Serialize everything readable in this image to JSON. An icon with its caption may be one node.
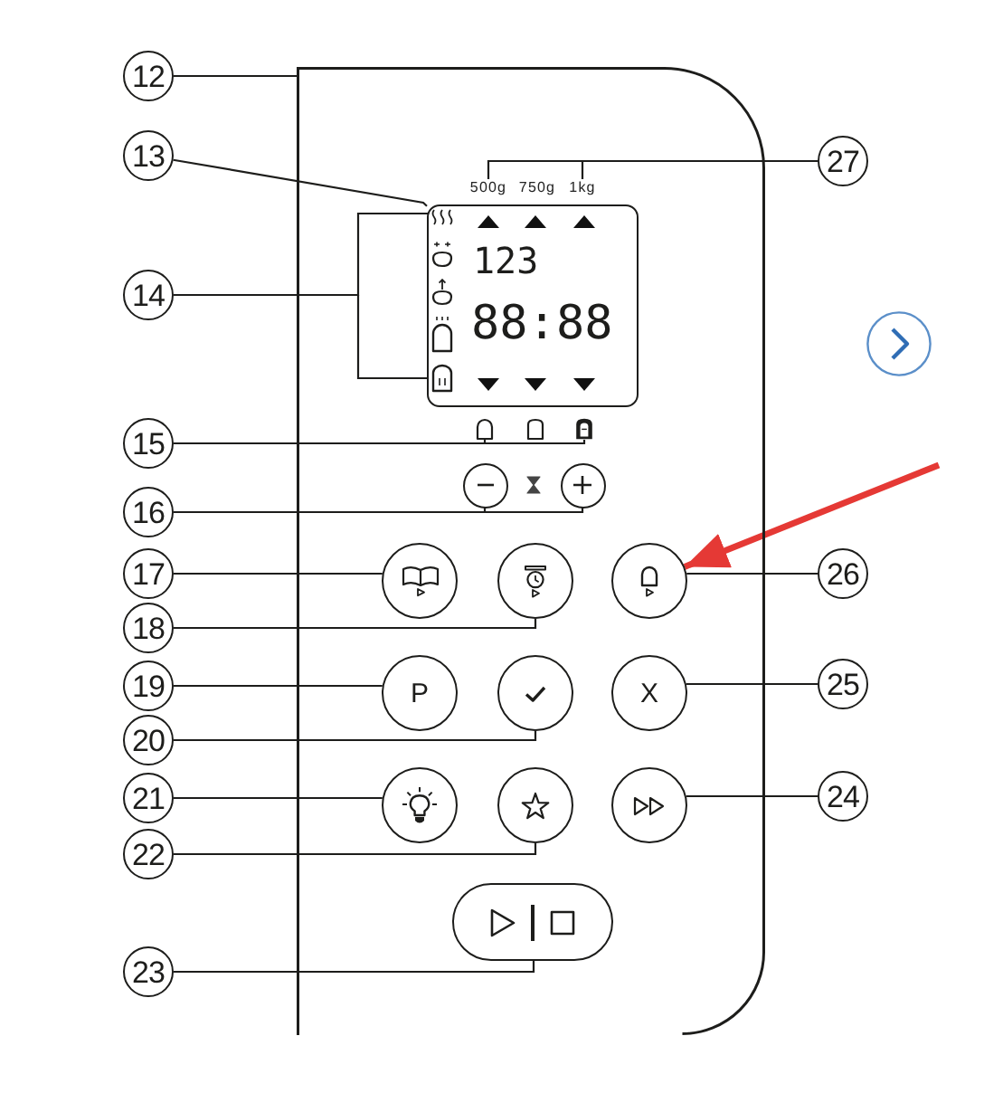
{
  "diagram": {
    "nodes": [
      {
        "text": [],
        "shape": "box"
      },
      {
        "text": [
          "500g"
        ],
        "in": 0
      },
      {
        "text": [
          "750g"
        ],
        "in": 0
      },
      {
        "text": [
          "1kg"
        ],
        "in": 0
      },
      {
        "text": [
          "123",
          "88:88"
        ],
        "in": 0
      },
      {
        "text": [],
        "shape": "picture",
        "in": 4
      },
      {
        "text": [],
        "shape": "picture",
        "in": 0
      },
      {
        "text": [],
        "shape": "picture",
        "in": 0
      },
      {
        "text": [],
        "shape": "picture",
        "in": 0
      },
      {
        "text": [],
        "shape": "circle",
        "in": 0
      },
      {
        "text": [],
        "shape": "circle",
        "in": 0
      },
      {
        "text": [],
        "shape": "circle",
        "in": 0
      },
      {
        "text": [],
        "shape": "circle",
        "in": 0
      },
      {
        "text": [],
        "shape": "circle",
        "in": 0
      },
      {
        "text": [
          "P"
        ],
        "in": 0
      },
      {
        "text": [],
        "shape": "circle",
        "in": 0
      },
      {
        "text": [
          "X"
        ],
        "in": 0
      },
      {
        "text": [],
        "shape": "circle",
        "in": 0
      },
      {
        "text": [],
        "shape": "circle",
        "in": 0
      },
      {
        "text": [],
        "shape": "circle",
        "in": 0
      },
      {
        "text": [],
        "shape": "box",
        "in": 0
      },
      {
        "text": [
          "12"
        ]
      },
      {
        "text": [
          "13"
        ]
      },
      {
        "text": [
          "14"
        ]
      },
      {
        "text": [
          "15"
        ]
      },
      {
        "text": [
          "16"
        ]
      },
      {
        "text": [
          "17"
        ]
      },
      {
        "text": [
          "18"
        ]
      },
      {
        "text": [
          "19"
        ]
      },
      {
        "text": [
          "20"
        ]
      },
      {
        "text": [
          "21"
        ]
      },
      {
        "text": [
          "22"
        ]
      },
      {
        "text": [
          "23"
        ]
      },
      {
        "text": [
          "24"
        ]
      },
      {
        "text": [
          "25"
        ]
      },
      {
        "text": [
          "26"
        ]
      },
      {
        "text": [
          "27"
        ]
      }
    ],
    "edges": [
      {
        "from": 21,
        "to": 0,
        "arrow": "none"
      },
      {
        "from": 22,
        "to": 4,
        "arrow": "none"
      },
      {
        "from": 23,
        "to": 5,
        "arrow": "none"
      },
      {
        "from": 24,
        "to": 6,
        "arrow": "none"
      },
      {
        "from": 24,
        "to": 8,
        "arrow": "none"
      },
      {
        "from": 25,
        "to": 9,
        "arrow": "none"
      },
      {
        "from": 25,
        "to": 10,
        "arrow": "none"
      },
      {
        "from": 26,
        "to": 11,
        "arrow": "none"
      },
      {
        "from": 27,
        "to": 12,
        "arrow": "none"
      },
      {
        "from": 28,
        "to": 14,
        "arrow": "none"
      },
      {
        "from": 29,
        "to": 15,
        "arrow": "none"
      },
      {
        "from": 30,
        "to": 17,
        "arrow": "none"
      },
      {
        "from": 31,
        "to": 18,
        "arrow": "none"
      },
      {
        "from": 32,
        "to": 20,
        "arrow": "none"
      },
      {
        "from": 33,
        "to": 19,
        "arrow": "none"
      },
      {
        "from": 34,
        "to": 16,
        "arrow": "none"
      },
      {
        "from": 35,
        "to": 13,
        "arrow": "none"
      },
      {
        "from": 36,
        "to": 1,
        "arrow": "none"
      },
      {
        "from": 36,
        "to": 3,
        "arrow": "none"
      },
      {
        "from": null,
        "to": 13,
        "arrow": "to",
        "style": "thick",
        "color": "#e53935"
      }
    ]
  }
}
